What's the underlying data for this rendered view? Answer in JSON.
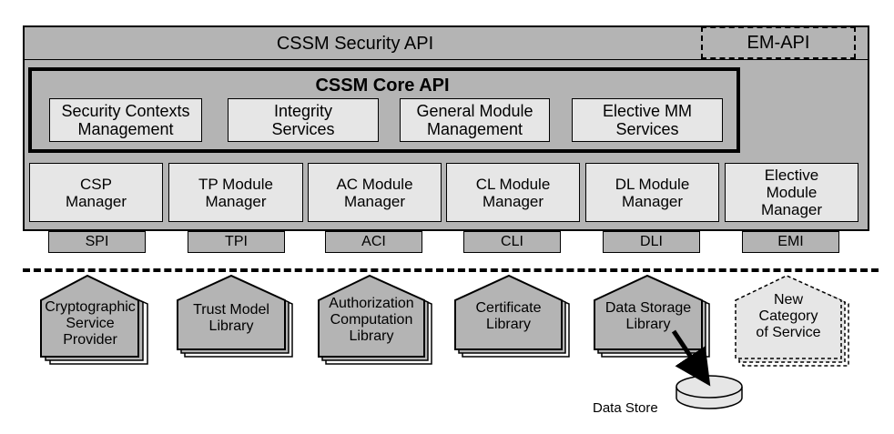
{
  "diagram": {
    "security_api": "CSSM Security API",
    "em_api": "EM-API",
    "core": {
      "title": "CSSM Core API",
      "boxes": [
        {
          "line1": "Security Contexts",
          "line2": "Management"
        },
        {
          "line1": "Integrity",
          "line2": "Services"
        },
        {
          "line1": "General Module",
          "line2": "Management"
        },
        {
          "line1": "Elective MM",
          "line2": "Services"
        }
      ]
    },
    "managers": [
      {
        "lines": [
          "CSP",
          "Manager"
        ]
      },
      {
        "lines": [
          "TP Module",
          "Manager"
        ]
      },
      {
        "lines": [
          "AC Module",
          "Manager"
        ]
      },
      {
        "lines": [
          "CL Module",
          "Manager"
        ]
      },
      {
        "lines": [
          "DL Module",
          "Manager"
        ]
      },
      {
        "lines": [
          "Elective",
          "Module",
          "Manager"
        ]
      }
    ],
    "interfaces": [
      "SPI",
      "TPI",
      "ACI",
      "CLI",
      "DLI",
      "EMI"
    ],
    "modules": [
      {
        "lines": [
          "Cryptographic",
          "Service",
          "Provider"
        ]
      },
      {
        "lines": [
          "Trust Model",
          "Library"
        ]
      },
      {
        "lines": [
          "Authorization",
          "Computation",
          "Library"
        ]
      },
      {
        "lines": [
          "Certificate",
          "Library"
        ]
      },
      {
        "lines": [
          "Data Storage",
          "Library"
        ]
      },
      {
        "lines": [
          "New",
          "Category",
          "of Service"
        ]
      }
    ],
    "data_store": "Data Store"
  }
}
